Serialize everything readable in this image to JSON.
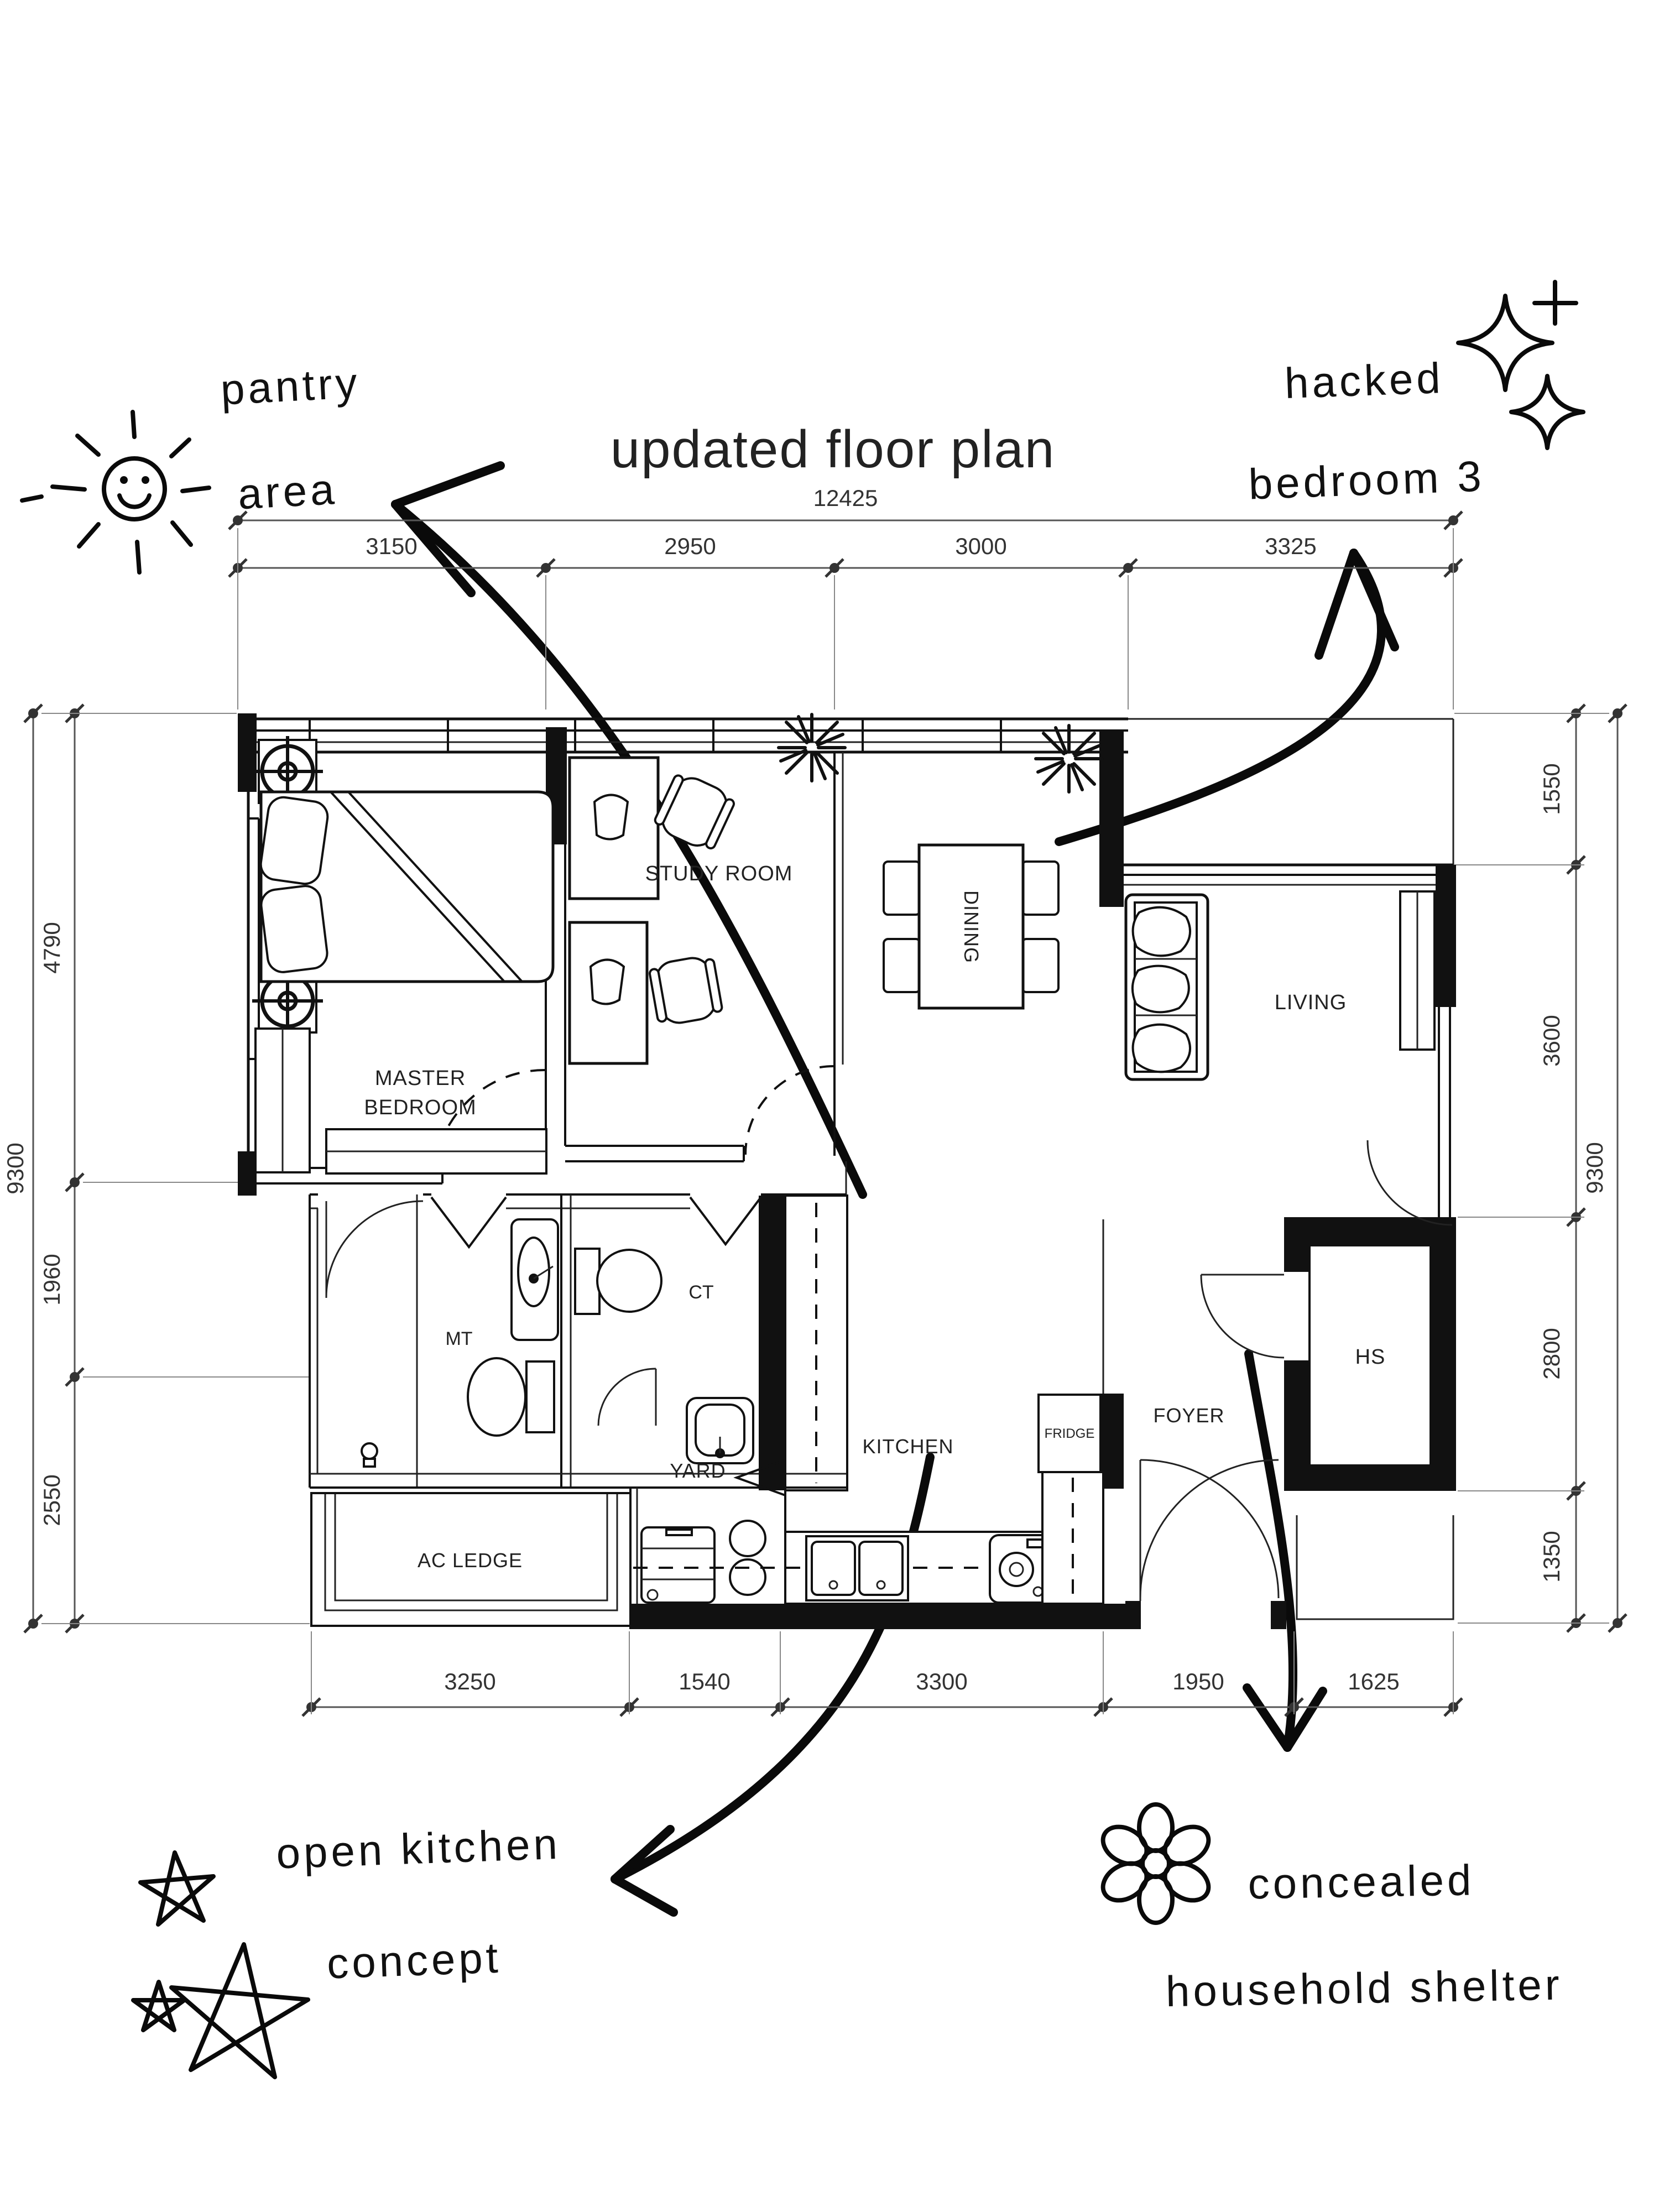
{
  "title": "updated floor plan",
  "title_color": "#a1887a",
  "annotations": {
    "pantry": {
      "line1": "pantry",
      "line2": "area"
    },
    "hacked": {
      "line1": "hacked",
      "line2": "bedroom 3"
    },
    "open_kitchen": {
      "line1": "open kitchen",
      "line2": "concept"
    },
    "concealed": {
      "line1": "concealed",
      "line2": "household shelter"
    }
  },
  "rooms": {
    "master_bedroom": [
      "MASTER",
      "BEDROOM"
    ],
    "study": "STUDY ROOM",
    "dining": "DINING",
    "living": "LIVING",
    "mt": "MT",
    "ct": "CT",
    "ac_ledge": "AC LEDGE",
    "yard": "YARD",
    "kitchen": "KITCHEN",
    "foyer": "FOYER",
    "hs": "HS",
    "fridge": "FRIDGE"
  },
  "dims": {
    "top_total": "12425",
    "top": [
      "3150",
      "2950",
      "3000",
      "3325"
    ],
    "bottom": [
      "3250",
      "1540",
      "3300",
      "1950",
      "1625"
    ],
    "left_total": "9300",
    "left": [
      "4790",
      "1960",
      "2550"
    ],
    "right_total": "9300",
    "right": [
      "1550",
      "3600",
      "2800",
      "1350"
    ]
  }
}
